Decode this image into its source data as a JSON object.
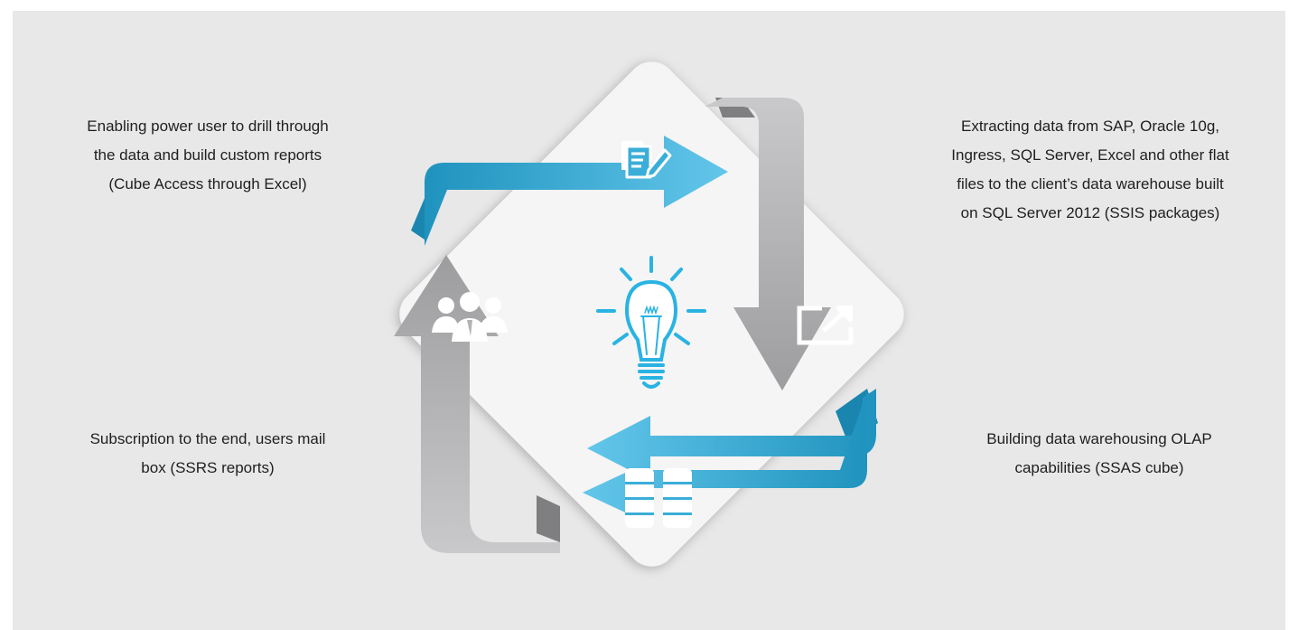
{
  "diagram": {
    "colors": {
      "background": "#e8e8e8",
      "blue": "#3fb2dc",
      "blue_dark": "#1f93be",
      "gray": "#b3b3b5",
      "gray_dark": "#8e8e90",
      "white": "#ffffff"
    },
    "icons": {
      "center": "lightbulb-icon",
      "top": "document-edit-icon",
      "right": "export-icon",
      "bottom": "database-icon",
      "left": "users-group-icon"
    },
    "captions": {
      "top_left": [
        "Enabling power user to drill through",
        "the data and build custom reports",
        "(Cube Access through Excel)"
      ],
      "top_right": [
        "Extracting data from SAP, Oracle 10g,",
        "Ingress, SQL Server, Excel and other flat",
        "files to the client’s data warehouse built",
        "on SQL Server 2012 (SSIS packages)"
      ],
      "bottom_left": [
        "Subscription to the end, users mail",
        "box (SSRS reports)"
      ],
      "bottom_right": [
        "Building data warehousing OLAP",
        "capabilities (SSAS cube)"
      ]
    }
  }
}
